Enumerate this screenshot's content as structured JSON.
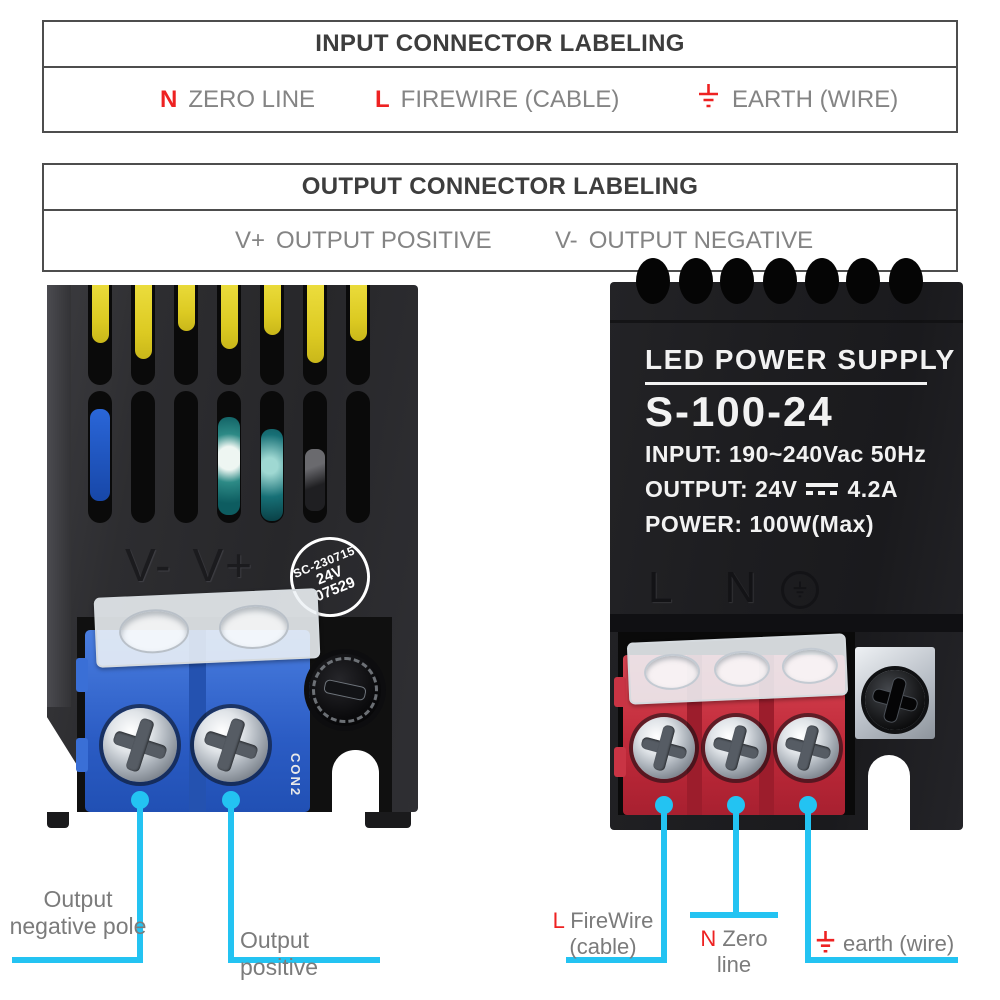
{
  "colors": {
    "accent_cyan": "#23c3f2",
    "accent_red": "#ee2222",
    "label_gray": "#848484",
    "title_dark": "#3d3d3d",
    "panel_border": "#4d4d4d",
    "blue_terminal": "#2f6bd8",
    "red_terminal": "#c92e3e",
    "wire_yellow": "#e8d52e",
    "case_dark": "#28282b"
  },
  "input_box": {
    "title": "INPUT CONNECTOR LABELING",
    "items": [
      {
        "symbol": "N",
        "label": "ZERO LINE"
      },
      {
        "symbol": "L",
        "label": "FIREWIRE (CABLE)"
      },
      {
        "icon": "earth-icon",
        "label": "EARTH (WIRE)"
      }
    ]
  },
  "output_box": {
    "title": "OUTPUT CONNECTOR LABELING",
    "items": [
      {
        "symbol": "V+",
        "label": "OUTPUT POSITIVE"
      },
      {
        "symbol": "V-",
        "label": "OUTPUT NEGATIVE"
      }
    ]
  },
  "left_photo": {
    "marking_negative": "V-",
    "marking_positive": "V+",
    "stamp": {
      "line1": "SC-230715",
      "line2": "24V",
      "line3": "07529"
    },
    "connector_label": "CON2",
    "callouts": [
      {
        "line1": "Output",
        "line2": "negative pole"
      },
      {
        "line1": "Output positive"
      }
    ]
  },
  "right_photo": {
    "title": "LED POWER SUPPLY",
    "model": "S-100-24",
    "input_line": "INPUT: 190~240Vac  50Hz",
    "output_prefix": "OUTPUT: 24V",
    "output_amps": "4.2A",
    "power_line": "POWER: 100W(Max)",
    "marking_l": "L",
    "marking_n": "N",
    "callouts": [
      {
        "symbol": "L",
        "line1": "FireWire",
        "line2": "(cable)"
      },
      {
        "symbol": "N",
        "line1": "Zero",
        "line2": "line"
      },
      {
        "icon": "earth-icon",
        "label": "earth (wire)"
      }
    ]
  }
}
